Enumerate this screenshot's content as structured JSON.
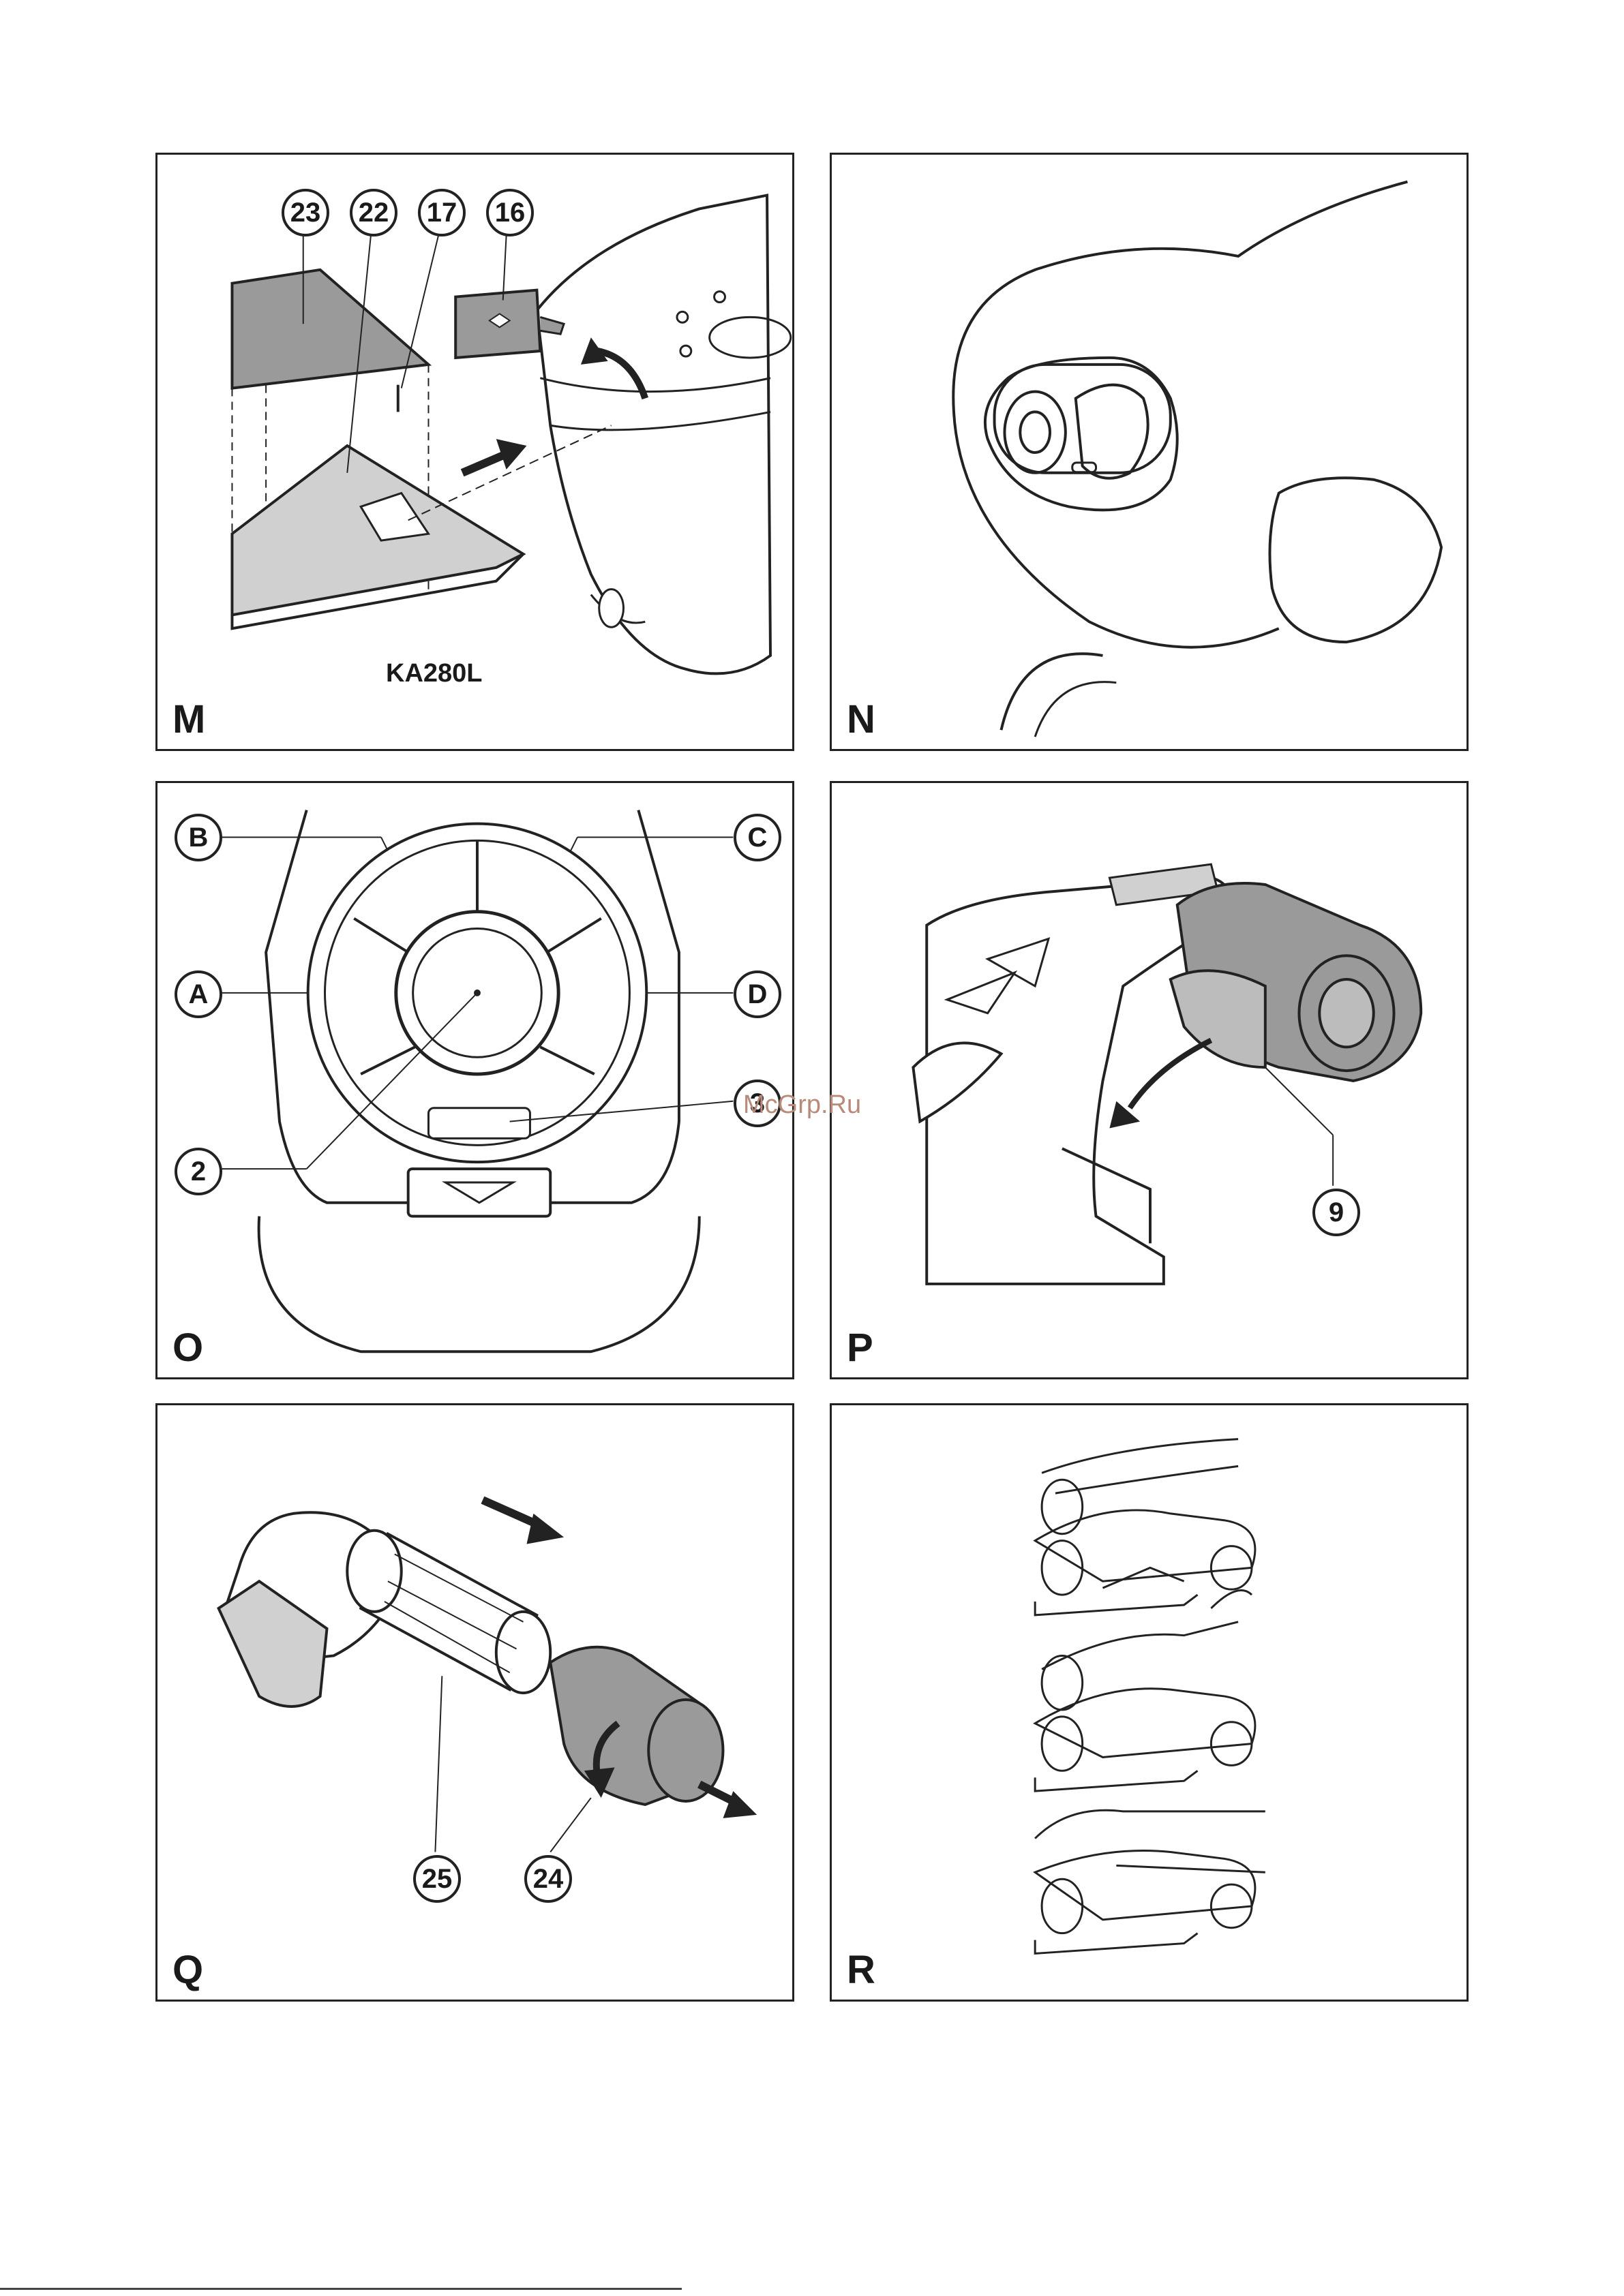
{
  "panels": {
    "m": {
      "letter": "M",
      "model": "KA280L",
      "callouts": [
        "23",
        "22",
        "17",
        "16"
      ]
    },
    "n": {
      "letter": "N"
    },
    "o": {
      "letter": "O",
      "callouts": [
        "B",
        "C",
        "A",
        "D",
        "3",
        "2"
      ]
    },
    "p": {
      "letter": "P",
      "callouts": [
        "9"
      ]
    },
    "q": {
      "letter": "Q",
      "callouts": [
        "25",
        "24"
      ]
    },
    "r": {
      "letter": "R"
    }
  },
  "watermark": "McGrp.Ru",
  "colors": {
    "line": "#222222",
    "part_fill": "#9a9a9a",
    "light_fill": "#d0d0d0",
    "watermark": "#b88a7a"
  }
}
